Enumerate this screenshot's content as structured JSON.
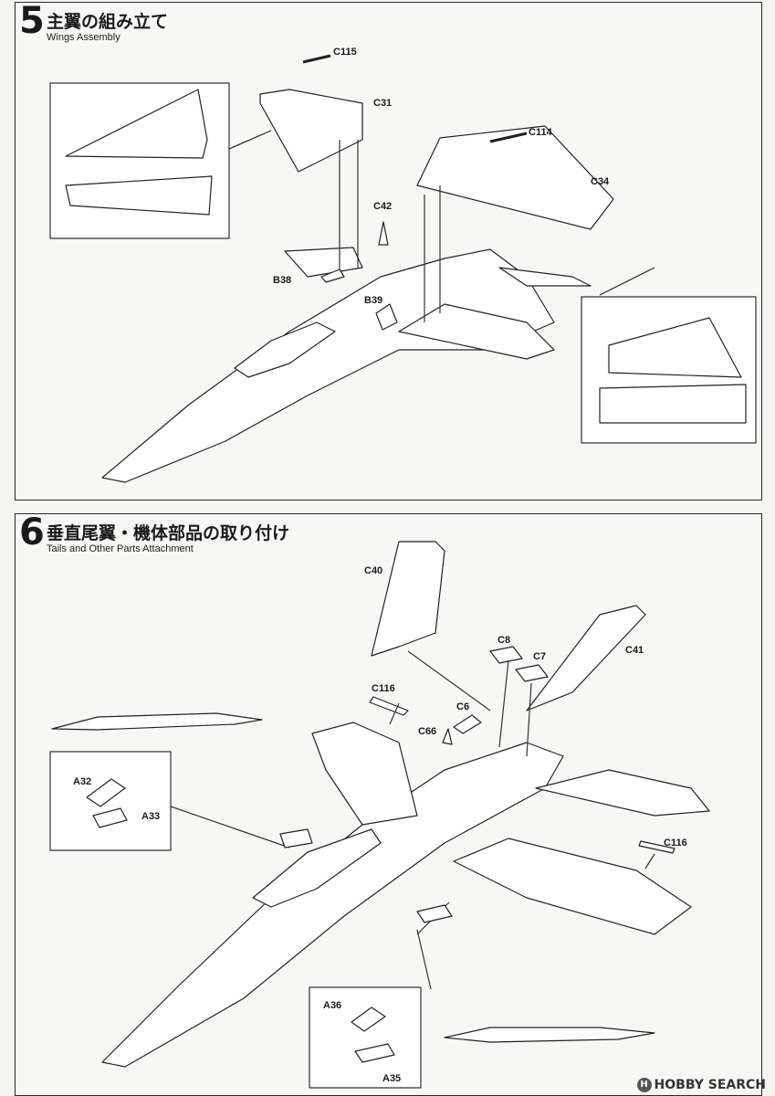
{
  "steps": [
    {
      "number": "5",
      "title_jp": "主翼の組み立て",
      "title_en": "Wings Assembly"
    },
    {
      "number": "6",
      "title_jp": "垂直尾翼・機体部品の取り付け",
      "title_en": "Tails and Other Parts Attachment"
    }
  ],
  "step5_parts": [
    "C115",
    "C31",
    "C114",
    "C34",
    "C42",
    "B38",
    "B39"
  ],
  "step6_parts": [
    "C40",
    "C8",
    "C7",
    "C41",
    "C116",
    "C6",
    "C66",
    "A32",
    "A33",
    "C116",
    "A36",
    "A35"
  ],
  "watermark": "HOBBY SEARCH"
}
